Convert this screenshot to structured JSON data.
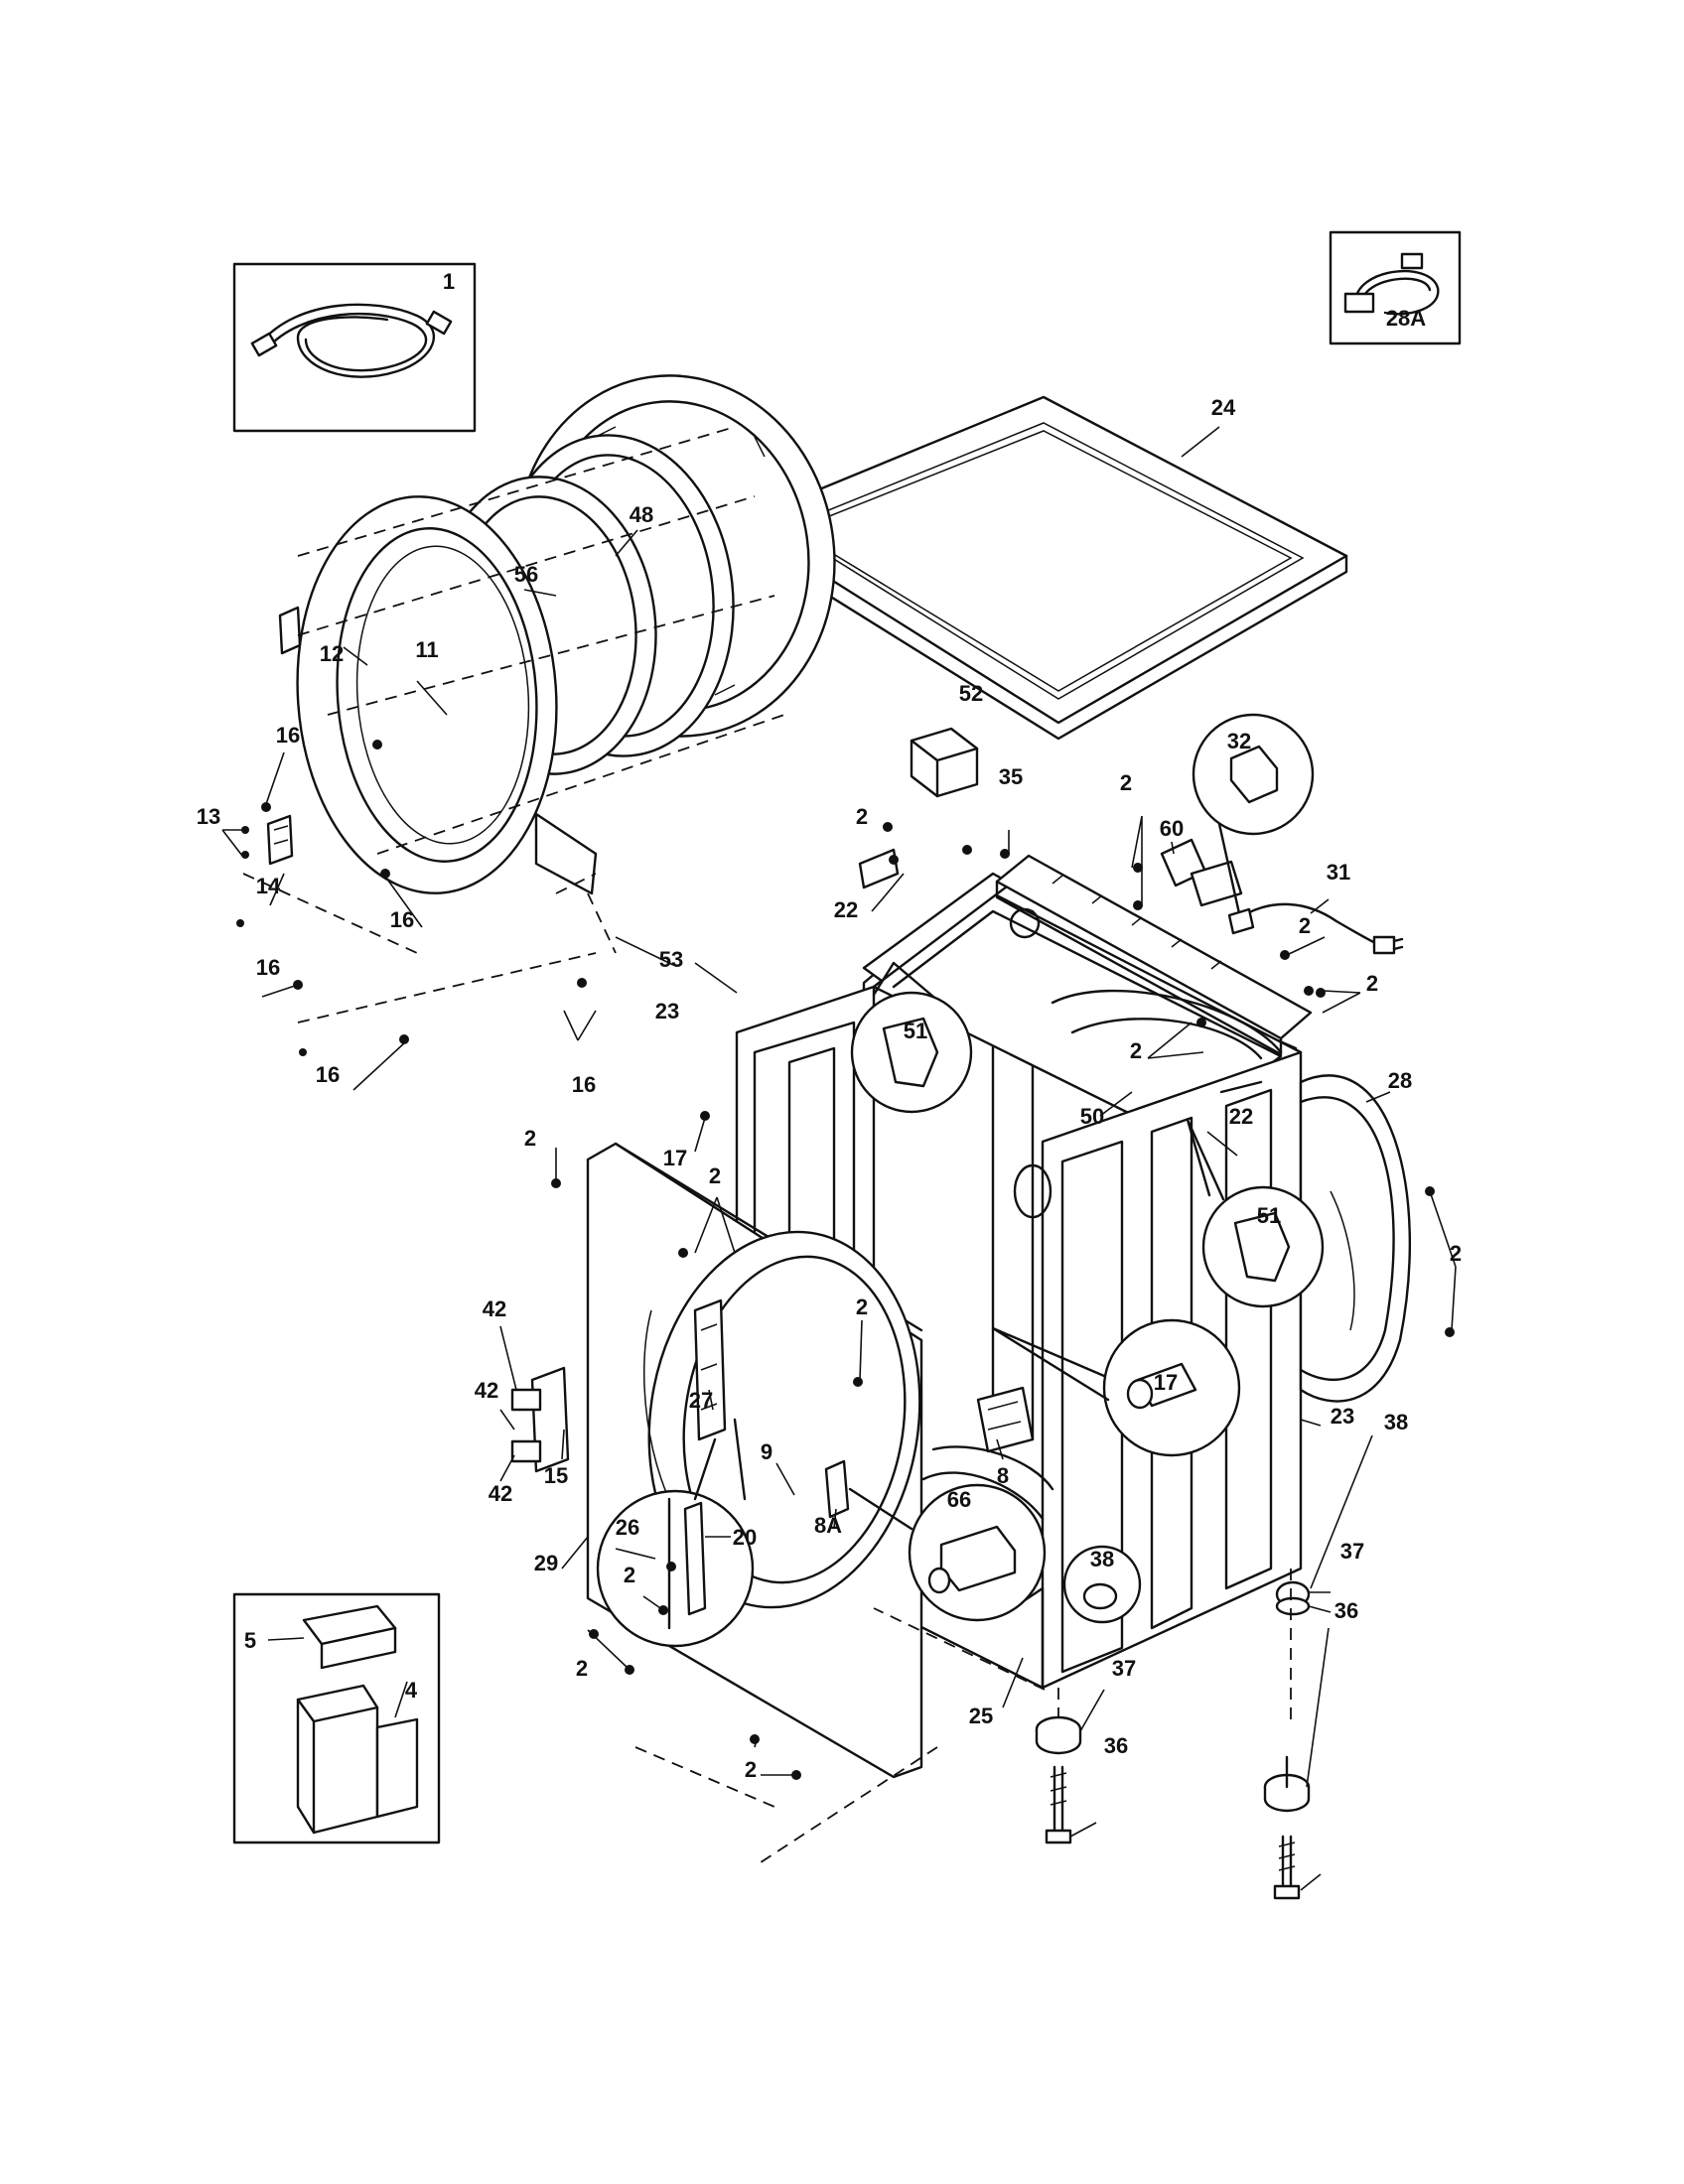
{
  "callouts": [
    {
      "id": "c1",
      "text": "1"
    },
    {
      "id": "c24",
      "text": "24"
    },
    {
      "id": "c48",
      "text": "48"
    },
    {
      "id": "c56",
      "text": "56"
    },
    {
      "id": "c12",
      "text": "12"
    },
    {
      "id": "c11",
      "text": "11"
    },
    {
      "id": "c16a",
      "text": "16"
    },
    {
      "id": "c13",
      "text": "13"
    },
    {
      "id": "c14",
      "text": "14"
    },
    {
      "id": "c16b",
      "text": "16"
    },
    {
      "id": "c16c",
      "text": "16"
    },
    {
      "id": "c53",
      "text": "53"
    },
    {
      "id": "c16d",
      "text": "16"
    },
    {
      "id": "c16e",
      "text": "16"
    },
    {
      "id": "c28A",
      "text": "28A"
    },
    {
      "id": "c52",
      "text": "52"
    },
    {
      "id": "c32",
      "text": "32"
    },
    {
      "id": "c35",
      "text": "35"
    },
    {
      "id": "c2a",
      "text": "2"
    },
    {
      "id": "c60",
      "text": "60"
    },
    {
      "id": "c2b",
      "text": "2"
    },
    {
      "id": "c31",
      "text": "31"
    },
    {
      "id": "c22a",
      "text": "22"
    },
    {
      "id": "c2c",
      "text": "2"
    },
    {
      "id": "c2d",
      "text": "2"
    },
    {
      "id": "c23a",
      "text": "23"
    },
    {
      "id": "c51a",
      "text": "51"
    },
    {
      "id": "c2e",
      "text": "2"
    },
    {
      "id": "c50",
      "text": "50"
    },
    {
      "id": "c22b",
      "text": "22"
    },
    {
      "id": "c28",
      "text": "28"
    },
    {
      "id": "c2f",
      "text": "2"
    },
    {
      "id": "c17a",
      "text": "17"
    },
    {
      "id": "c2g",
      "text": "2"
    },
    {
      "id": "c51b",
      "text": "51"
    },
    {
      "id": "c2h",
      "text": "2"
    },
    {
      "id": "c42a",
      "text": "42"
    },
    {
      "id": "c2i",
      "text": "2"
    },
    {
      "id": "c17b",
      "text": "17"
    },
    {
      "id": "c42b",
      "text": "42"
    },
    {
      "id": "c27",
      "text": "27"
    },
    {
      "id": "c23b",
      "text": "23"
    },
    {
      "id": "c38a",
      "text": "38"
    },
    {
      "id": "c15",
      "text": "15"
    },
    {
      "id": "c9",
      "text": "9"
    },
    {
      "id": "c8",
      "text": "8"
    },
    {
      "id": "c42c",
      "text": "42"
    },
    {
      "id": "c66",
      "text": "66"
    },
    {
      "id": "c26",
      "text": "26"
    },
    {
      "id": "c20",
      "text": "20"
    },
    {
      "id": "c8A",
      "text": "8A"
    },
    {
      "id": "c37a",
      "text": "37"
    },
    {
      "id": "c29",
      "text": "29"
    },
    {
      "id": "c38b",
      "text": "38"
    },
    {
      "id": "c2j",
      "text": "2"
    },
    {
      "id": "c36a",
      "text": "36"
    },
    {
      "id": "c5",
      "text": "5"
    },
    {
      "id": "c4",
      "text": "4"
    },
    {
      "id": "c2k",
      "text": "2"
    },
    {
      "id": "c25",
      "text": "25"
    },
    {
      "id": "c37b",
      "text": "37"
    },
    {
      "id": "c2l",
      "text": "2"
    },
    {
      "id": "c36b",
      "text": "36"
    }
  ]
}
